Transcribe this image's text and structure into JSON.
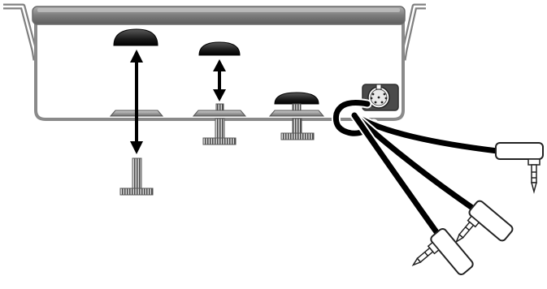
{
  "diagram": {
    "colors": {
      "background": "#ffffff",
      "outline": "#808080",
      "housing_top": "#7a7a7a",
      "housing_top_highlight": "#a8a8a8",
      "knob_dark": "#1e1e1e",
      "knob_light": "#9a9a9a",
      "post_hatch": "#555555",
      "cable": "#000000",
      "jack_body": "#ffffff",
      "socket_bg": "#4a4a4a",
      "arrow": "#000000"
    },
    "icons": {
      "housing": "mounting-bracket",
      "arrow": "double-headed-arrow",
      "connector": "din-socket-icon",
      "plug": "right-angle-audio-jack-icon"
    },
    "knobs": [
      {
        "name": "knob-fully-extended"
      },
      {
        "name": "knob-half-extended"
      },
      {
        "name": "knob-retracted"
      }
    ],
    "jacks": [
      {
        "name": "jack-plug-right"
      },
      {
        "name": "jack-plug-middle"
      },
      {
        "name": "jack-plug-bottom"
      }
    ]
  }
}
